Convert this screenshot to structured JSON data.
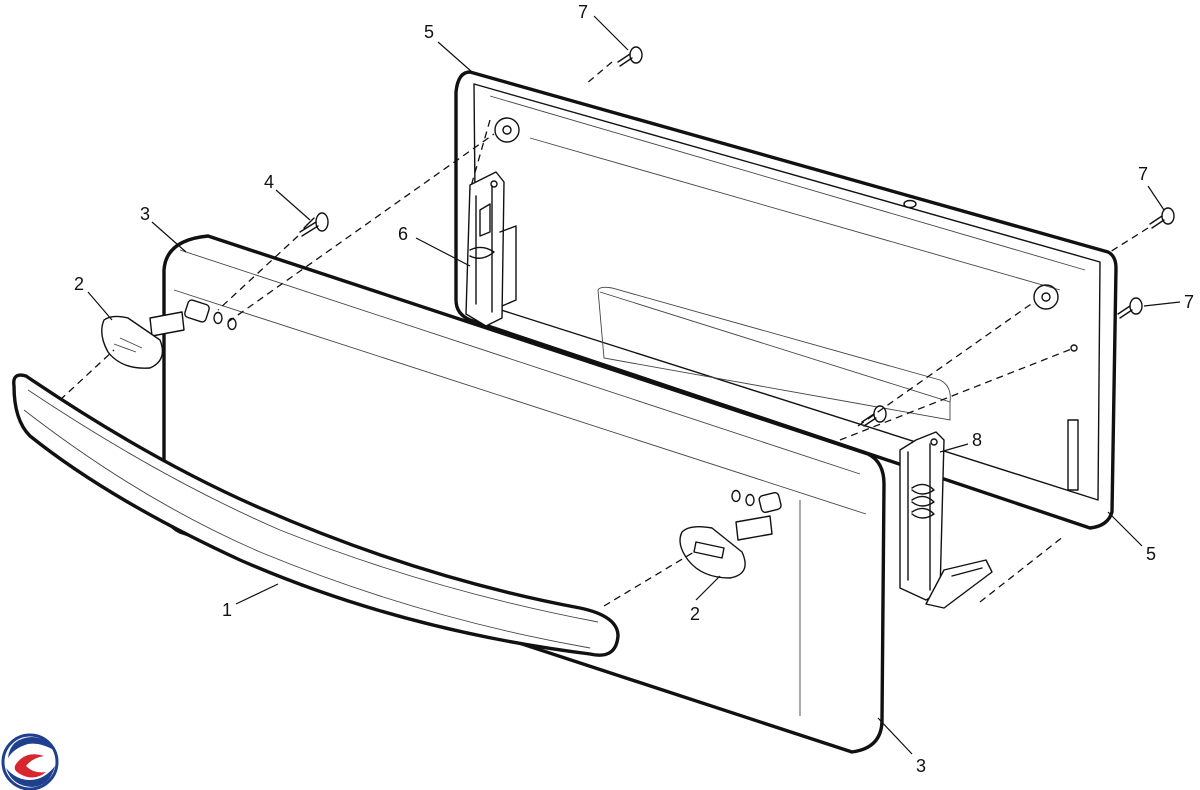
{
  "diagram": {
    "type": "exploded-parts-view",
    "callouts": [
      {
        "id": "c1",
        "label": "1"
      },
      {
        "id": "c2a",
        "label": "2"
      },
      {
        "id": "c2b",
        "label": "2"
      },
      {
        "id": "c3a",
        "label": "3"
      },
      {
        "id": "c3b",
        "label": "3"
      },
      {
        "id": "c4",
        "label": "4"
      },
      {
        "id": "c5a",
        "label": "5"
      },
      {
        "id": "c5b",
        "label": "5"
      },
      {
        "id": "c6",
        "label": "6"
      },
      {
        "id": "c7a",
        "label": "7"
      },
      {
        "id": "c7b",
        "label": "7"
      },
      {
        "id": "c7c",
        "label": "7"
      },
      {
        "id": "c8",
        "label": "8"
      }
    ]
  },
  "logo": {
    "name": "brand-logo",
    "colors": [
      "#1f3f8f",
      "#d8262e"
    ]
  }
}
